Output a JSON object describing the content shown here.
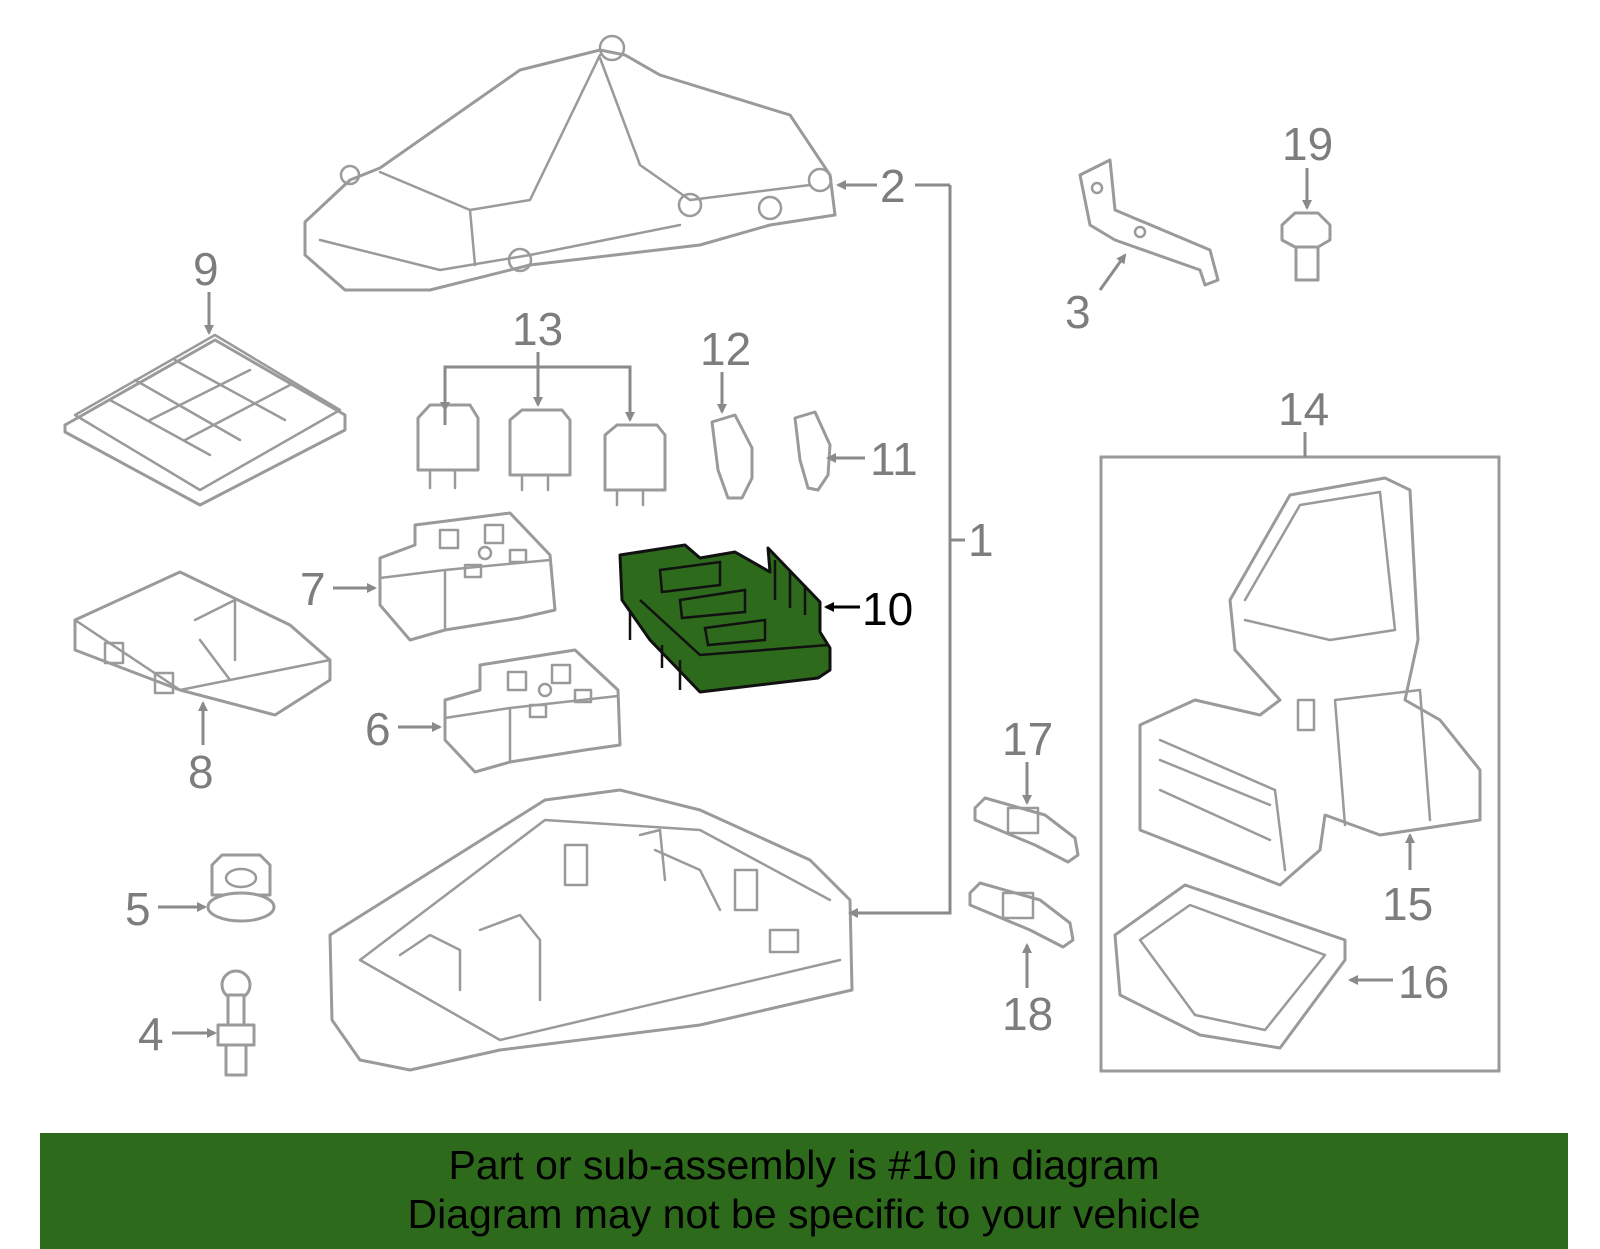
{
  "highlight_color": "#2e6a1b",
  "callouts": {
    "n1": "1",
    "n2": "2",
    "n3": "3",
    "n4": "4",
    "n5": "5",
    "n6": "6",
    "n7": "7",
    "n8": "8",
    "n9": "9",
    "n10": "10",
    "n11": "11",
    "n12": "12",
    "n13": "13",
    "n14": "14",
    "n15": "15",
    "n16": "16",
    "n17": "17",
    "n18": "18",
    "n19": "19"
  },
  "highlighted_part": "10",
  "banner": {
    "line1": "Part or sub-assembly is #10 in diagram",
    "line2": "Diagram may not be specific to your vehicle"
  }
}
